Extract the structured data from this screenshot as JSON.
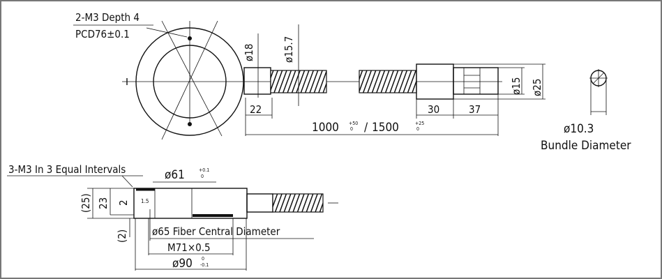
{
  "top_view": {
    "hole_label": "2-M3 Depth 4",
    "pcd_label": "PCD76±0.1",
    "dia_18": "ø18",
    "dia_15_7": "ø15.7",
    "len_22": "22",
    "len_30": "30",
    "len_37": "37",
    "dia_15": "ø15",
    "dia_25": "ø25",
    "length_1000": "1000",
    "tol_1000_upper": "+50",
    "tol_1000_lower": "0",
    "separator": "/",
    "length_1500": "1500",
    "tol_1500_upper": "+25",
    "tol_1500_lower": "0"
  },
  "bundle": {
    "dia": "ø10.3",
    "label": "Bundle Diameter"
  },
  "side_view": {
    "hole_label": "3-M3 In 3 Equal Intervals",
    "dia_61": "ø61",
    "tol_61_upper": "+0.1",
    "tol_61_lower": "0",
    "h_25": "(25)",
    "h_23": "23",
    "h_2": "2",
    "h_2b": "(2)",
    "small_dim": "1.5",
    "fiber_label": "ø65 Fiber Central Diameter",
    "thread_label": "M71×0.5",
    "dia_90": "ø90",
    "tol_90_upper": "0",
    "tol_90_lower": "-0.1"
  }
}
